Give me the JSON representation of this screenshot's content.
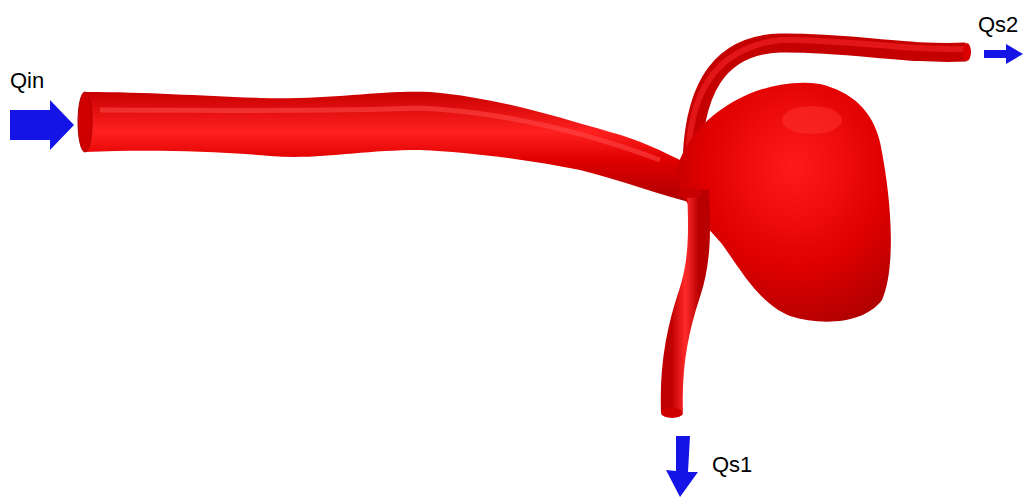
{
  "diagram": {
    "labels": [
      "Qin",
      "Qs1",
      "Qs2"
    ]
  }
}
